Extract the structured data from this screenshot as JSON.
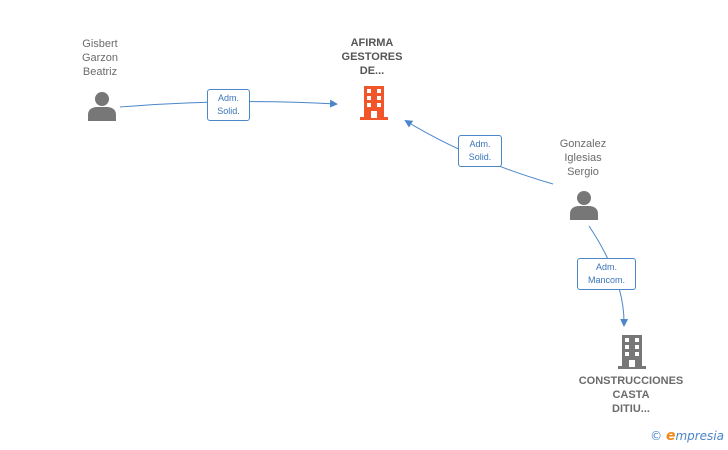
{
  "nodes": {
    "gisbert": {
      "label": "Gisbert\nGarzon\nBeatriz",
      "icon": "person-icon"
    },
    "afirma": {
      "label": "AFIRMA\nGESTORES\nDE...",
      "icon": "building-icon"
    },
    "gonzalez": {
      "label": "Gonzalez\nIglesias\nSergio",
      "icon": "person-icon"
    },
    "construcciones": {
      "label": "CONSTRUCCIONES\nCASTA\nDITIU...",
      "icon": "building-icon"
    }
  },
  "edges": {
    "e1": {
      "label": "Adm.\nSolid.",
      "from": "gisbert",
      "to": "afirma"
    },
    "e2": {
      "label": "Adm.\nSolid.",
      "from": "gonzalez",
      "to": "afirma"
    },
    "e3": {
      "label": "Adm.\nMancom.",
      "from": "gonzalez",
      "to": "construcciones"
    }
  },
  "colors": {
    "main_company": "#f0562a",
    "company": "#777777",
    "person": "#777777",
    "edge": "#4a86c8"
  },
  "watermark": {
    "symbol": "©",
    "brand_initial": "e",
    "brand_rest": "mpresia"
  }
}
